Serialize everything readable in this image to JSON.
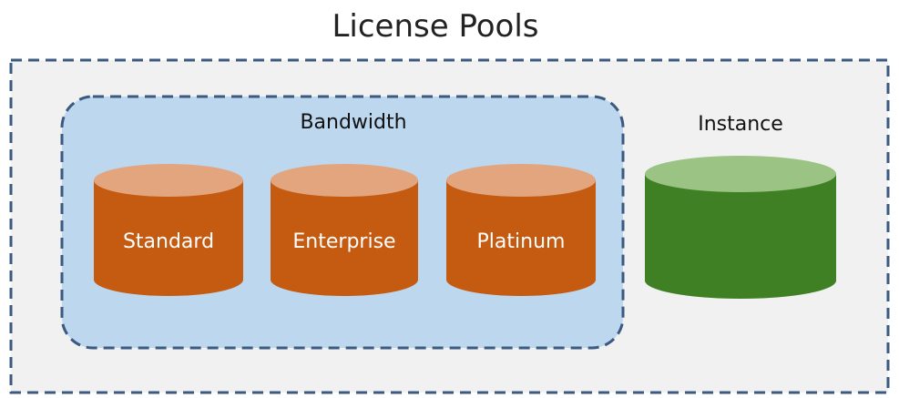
{
  "title": "License Pools",
  "bandwidth": {
    "label": "Bandwidth",
    "pools": [
      {
        "label": "Standard"
      },
      {
        "label": "Enterprise"
      },
      {
        "label": "Platinum"
      }
    ]
  },
  "instance": {
    "label": "Instance"
  },
  "colors": {
    "outer_fill": "#f1f1f1",
    "dash_stroke": "#3c5a80",
    "bandwidth_fill": "#bcd7ee",
    "orange_body": "#c55a11",
    "orange_top": "#e2a57e",
    "green_body": "#3f8025",
    "green_top": "#9bc383"
  }
}
